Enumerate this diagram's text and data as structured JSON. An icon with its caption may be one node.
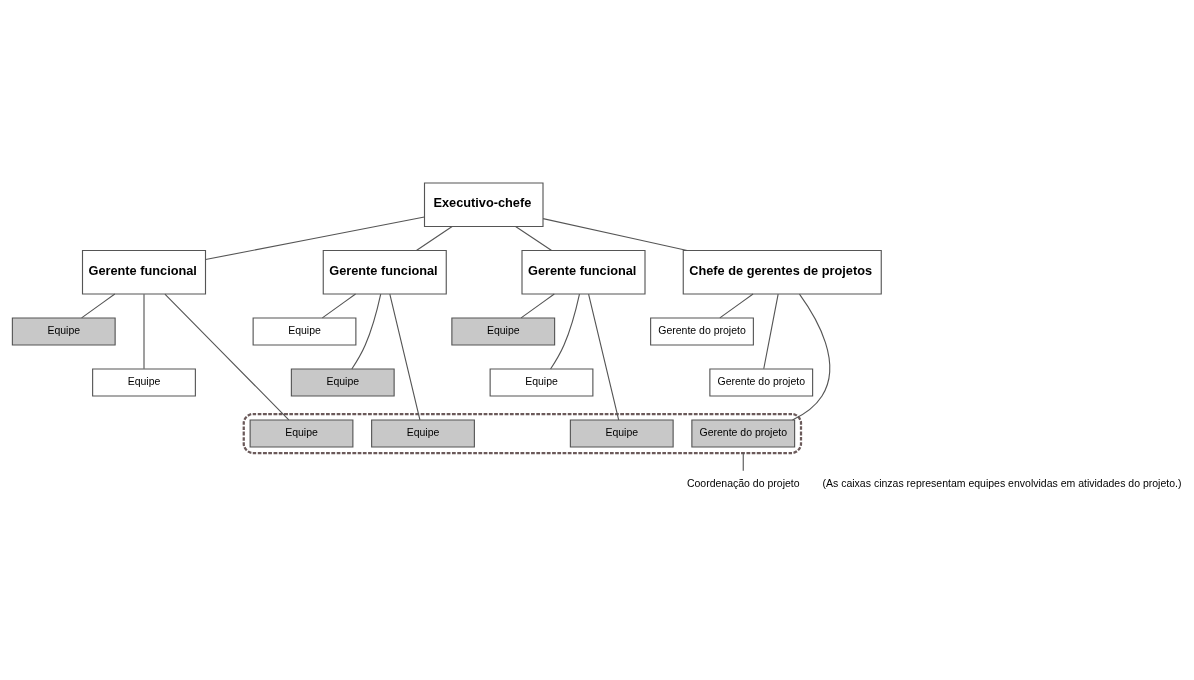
{
  "diagram": {
    "nodes": [
      {
        "text": [
          "Executivo-chefe"
        ]
      },
      {
        "text": [
          "Gerente funcional"
        ]
      },
      {
        "text": [
          "Gerente funcional"
        ]
      },
      {
        "text": [
          "Gerente funcional"
        ]
      },
      {
        "text": [
          "Chefe de gerentes de projetos"
        ]
      },
      {
        "text": [
          "Equipe"
        ]
      },
      {
        "text": [
          "Equipe"
        ]
      },
      {
        "text": [
          "Equipe"
        ]
      },
      {
        "text": [
          "Gerente do projeto"
        ]
      },
      {
        "text": [
          "Equipe"
        ]
      },
      {
        "text": [
          "Equipe"
        ]
      },
      {
        "text": [
          "Equipe"
        ]
      },
      {
        "text": [
          "Gerente do projeto"
        ]
      },
      {
        "text": [],
        "shape": "box"
      },
      {
        "text": [
          "Equipe"
        ],
        "in": 13
      },
      {
        "text": [
          "Equipe"
        ],
        "in": 13
      },
      {
        "text": [
          "Equipe"
        ],
        "in": 13
      },
      {
        "text": [
          "Gerente do projeto"
        ],
        "in": 13
      },
      {
        "text": [
          "Coordenação do projeto"
        ]
      }
    ],
    "edges": [
      {
        "from": 0,
        "to": 1,
        "arrow": "none"
      },
      {
        "from": 0,
        "to": 2,
        "arrow": "none"
      },
      {
        "from": 0,
        "to": 3,
        "arrow": "none"
      },
      {
        "from": 0,
        "to": 4,
        "arrow": "none"
      },
      {
        "from": 1,
        "to": 5,
        "arrow": "none"
      },
      {
        "from": 1,
        "to": 9,
        "arrow": "none"
      },
      {
        "from": 1,
        "to": 14,
        "arrow": "none"
      },
      {
        "from": 2,
        "to": 6,
        "arrow": "none"
      },
      {
        "from": 2,
        "to": 10,
        "arrow": "none"
      },
      {
        "from": 2,
        "to": 15,
        "arrow": "none"
      },
      {
        "from": 3,
        "to": 7,
        "arrow": "none"
      },
      {
        "from": 3,
        "to": 11,
        "arrow": "none"
      },
      {
        "from": 3,
        "to": 16,
        "arrow": "none"
      },
      {
        "from": 4,
        "to": 8,
        "arrow": "none"
      },
      {
        "from": 4,
        "to": 12,
        "arrow": "none"
      },
      {
        "from": 4,
        "to": 17,
        "arrow": "none"
      },
      {
        "from": 18,
        "to": 13,
        "arrow": "none"
      }
    ],
    "labels": [
      "(As caixas cinzas representam equipes envolvidas em atividades do projeto.)"
    ]
  }
}
